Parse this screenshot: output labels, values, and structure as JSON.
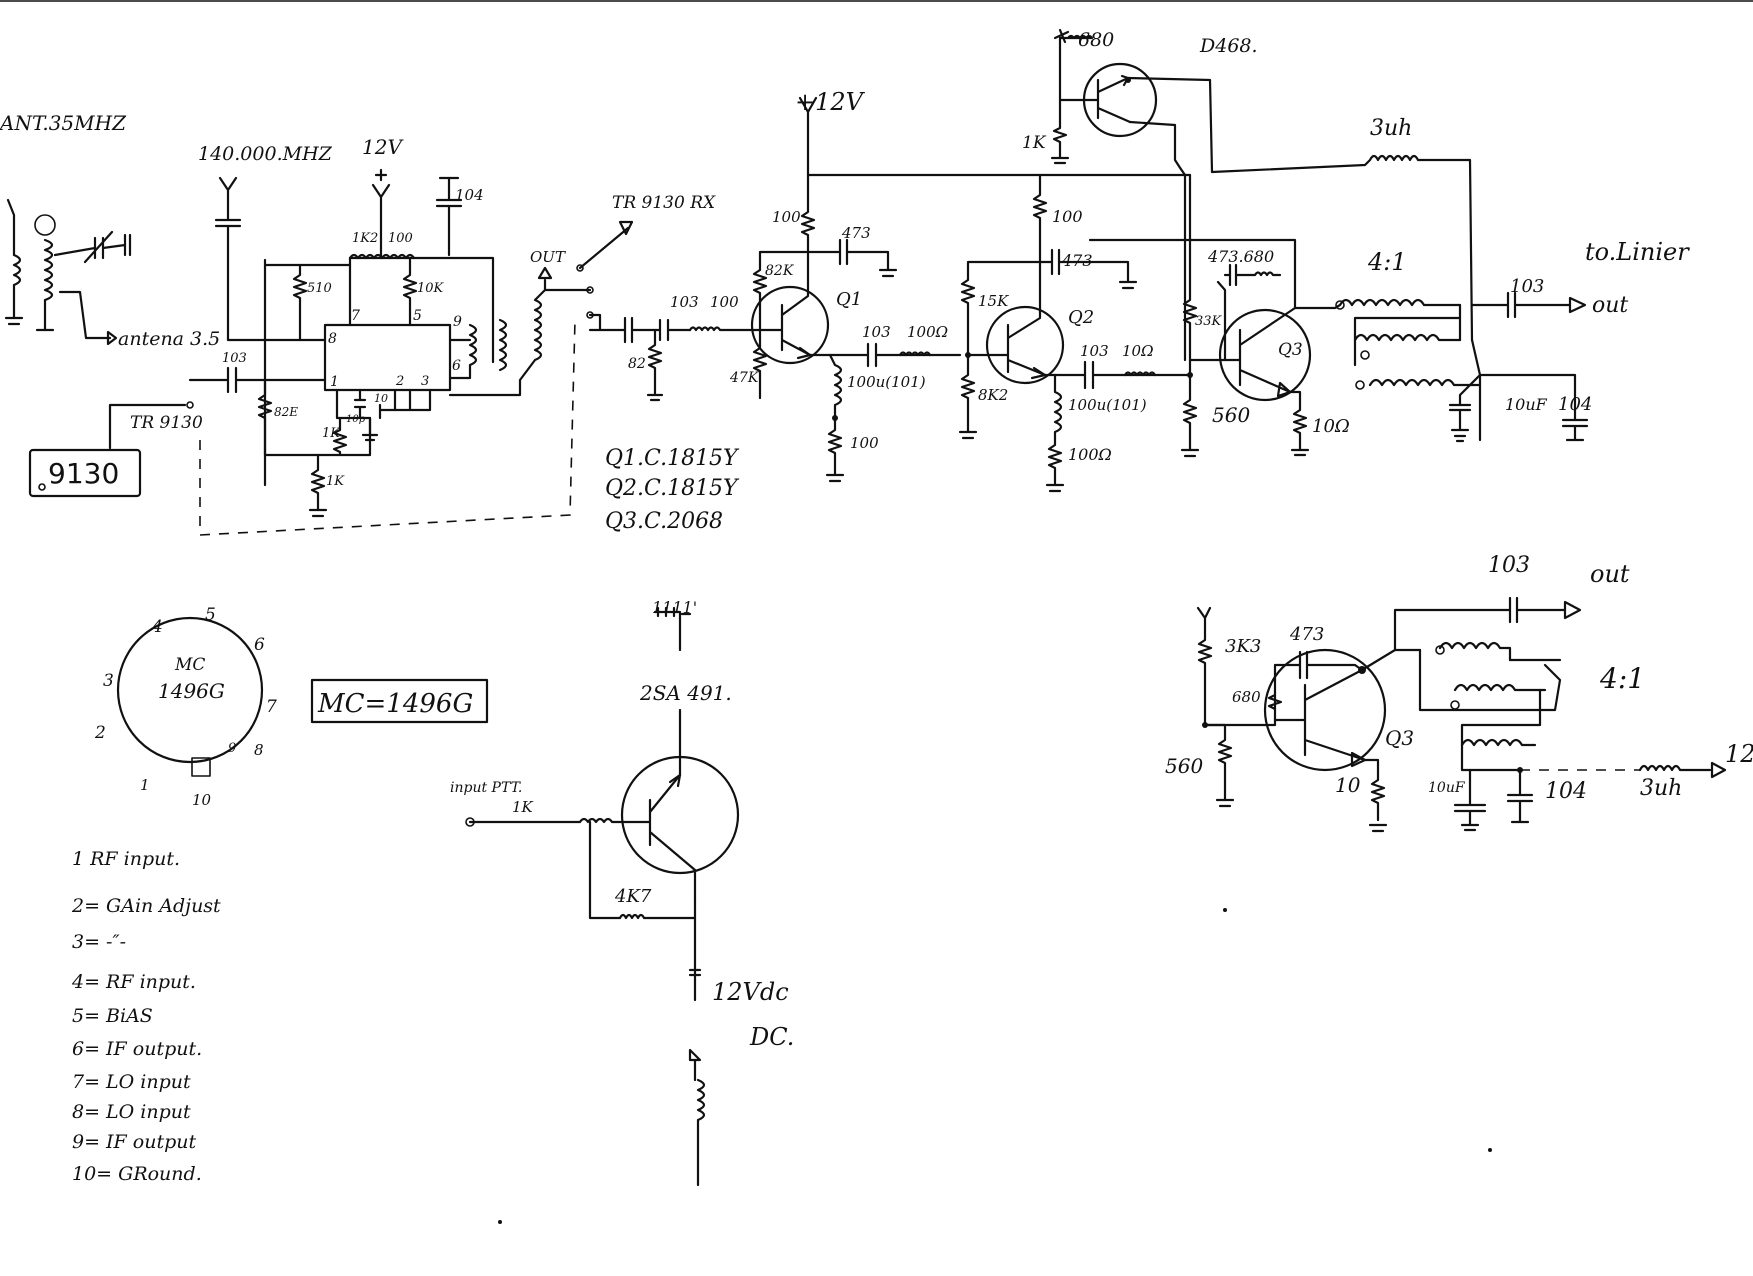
{
  "labels": {
    "ant": "ANT.35MHZ",
    "freq_140": "140.000.MHZ",
    "v12_mixer": "12V",
    "cap104_top": "104",
    "antena35": "antena 3.5",
    "pin8": "8",
    "pin7": "7",
    "pin5": "5",
    "pin9": "9",
    "pin6": "6",
    "pin1": "1",
    "pin2": "2",
    "pin3": "3",
    "pin10": "10",
    "r510": "510",
    "r1k2": "1K2",
    "r100_mix": "100",
    "r10k": "10K",
    "c103_in": "103",
    "r82e": "82E",
    "r1k_mix": "1K",
    "c10p": "10p",
    "r1k_bot": "1K",
    "tr9130": "TR 9130",
    "box9130": "9130",
    "out_mix": "OUT",
    "tr9130rx": "TR 9130 RX",
    "v12_main": "+12V",
    "r100_q1c": "100",
    "c473_q1": "473",
    "r82k": "82K",
    "q1": "Q1",
    "r47k": "47K",
    "c103_a": "103",
    "r100_a": "100",
    "r82": "82",
    "c103_b": "103",
    "r100_b": "100Ω",
    "l100u_a": "100u(101)",
    "r100_q1e": "100",
    "r100_q2c": "100",
    "c473_q2": "473",
    "r15k": "15K",
    "q2": "Q2",
    "r8k2": "8K2",
    "c103_c": "103",
    "r10_c": "10Ω",
    "l100u_b": "100u(101)",
    "r100_q2e": "100Ω",
    "r680_top": "680",
    "d468": "D468.",
    "r1k_d": "1K",
    "l3uh_top": "3uh",
    "q3_top": "Q3",
    "c473_680": "473.680",
    "r33k": "33K",
    "r560_top": "560",
    "r10_q3": "10Ω",
    "t41_top": "4:1",
    "to_linier": "to.Linier",
    "c103_out_top": "103",
    "out_top": "out",
    "c10uf_top": "10uF",
    "c104_top_r": "104",
    "q_list": [
      "Q1.C.1815Y",
      "Q2.C.1815Y",
      "Q3.C.2068"
    ],
    "ic_mc": "MC",
    "ic_num": "1496G",
    "ic_box": "MC=1496G",
    "ic_pins": [
      "1",
      "2",
      "3",
      "4",
      "5",
      "6",
      "7",
      "8",
      "9",
      "10"
    ],
    "pin_list": [
      "1   RF input.",
      "2= GAin Adjust",
      "3=   -″-",
      "4= RF input.",
      "5= BiAS",
      "6= IF output.",
      "7= LO input",
      "8= LO input",
      "9= IF output",
      "10= GRound."
    ],
    "ptt_top": "1111'",
    "q_2sa": "2SA 491.",
    "input_ptt": "input PTT.",
    "r1k_ptt": "1K",
    "r4k7": "4K7",
    "v12vdc": "12Vdc",
    "dc": "DC.",
    "r3k3": "3K3",
    "c473_b": "473",
    "r680_b": "680",
    "r560_b": "560",
    "q3_b": "Q3",
    "r10_b": "10",
    "c103_out_b": "103",
    "out_b": "out",
    "t41_b": "4:1",
    "c10uf_b": "10uF",
    "c104_b": "104",
    "l3uh_b": "3uh",
    "v12_b": "12"
  }
}
